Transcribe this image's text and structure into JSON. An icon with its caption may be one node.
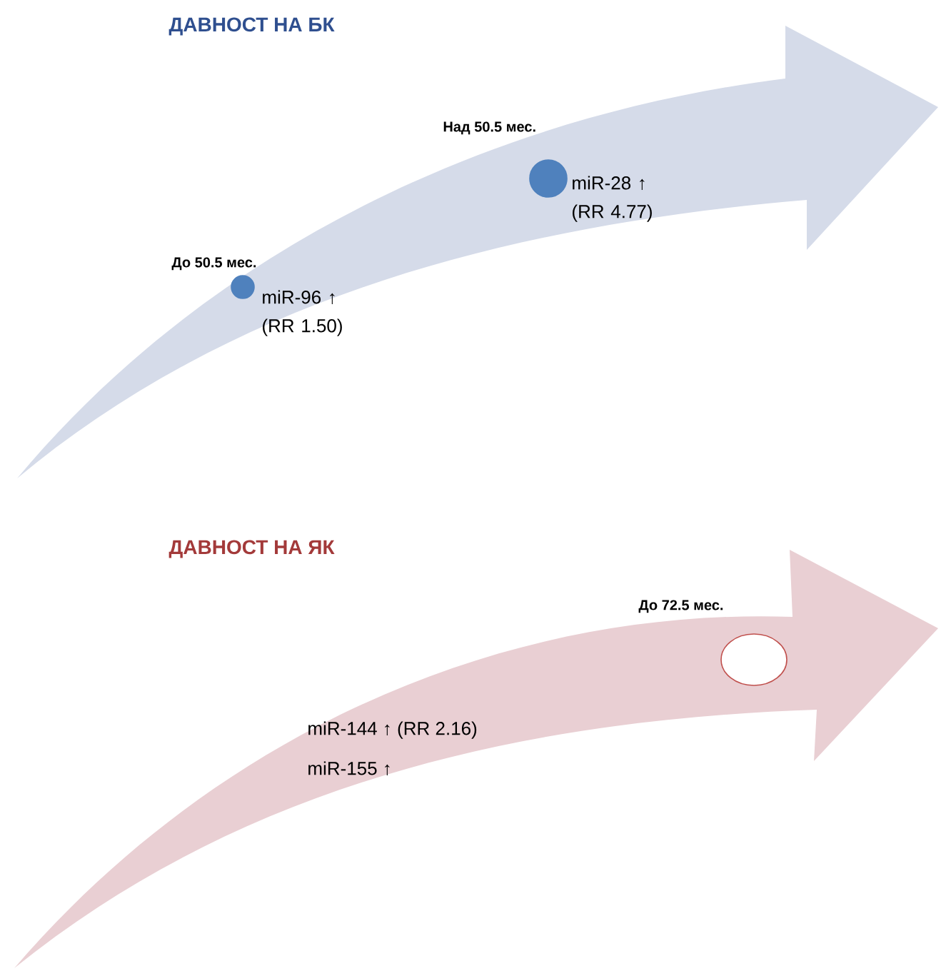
{
  "diagram": {
    "nodes": [
      {
        "text": [],
        "shape": "circle",
        "beside": [
          "До 50.5 мес.",
          "miR-96 ↑ (RR 1.50)"
        ]
      },
      {
        "text": [],
        "shape": "circle",
        "beside": [
          "Над 50.5 мес.",
          "miR-28 ↑ (RR 4.77)"
        ]
      },
      {
        "text": [],
        "shape": "circle",
        "beside": [
          "До 72.5 мес."
        ]
      }
    ],
    "edges": [],
    "labels": [
      "ДАВНОСТ НА БК",
      "ДАВНОСТ НА ЯК",
      "miR-144 ↑  (RR 2.16)",
      "miR-155 ↑"
    ]
  }
}
